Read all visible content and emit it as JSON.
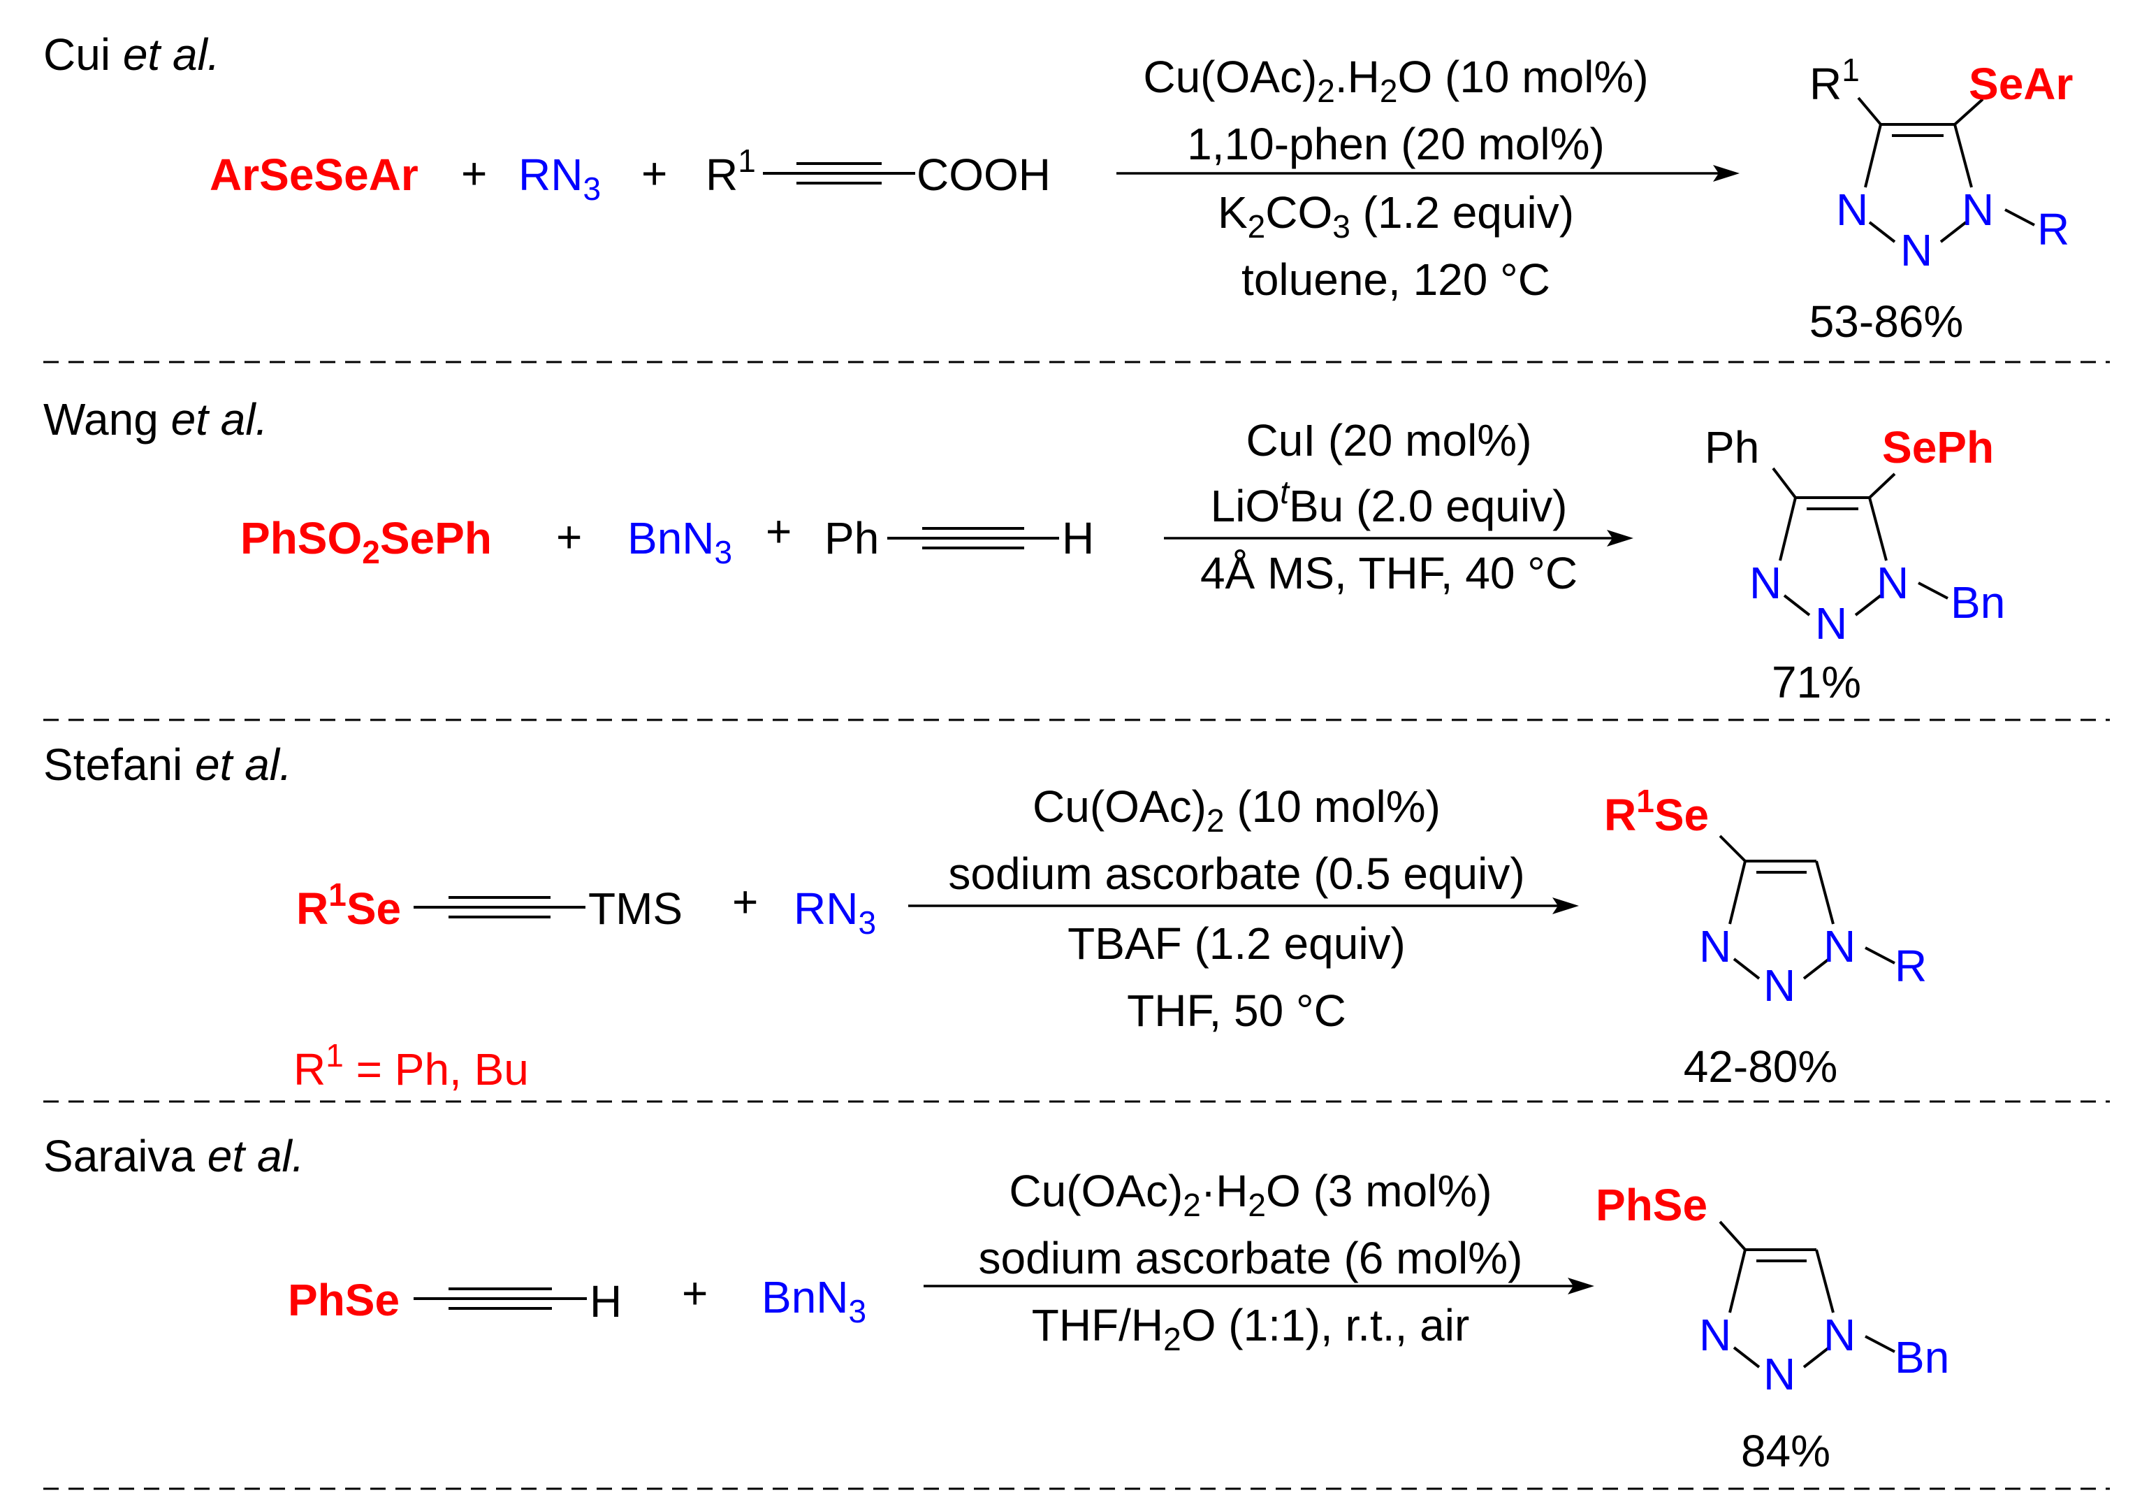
{
  "reactions": [
    {
      "author_name": "Cui",
      "author_etal": "et al.",
      "reagents": {
        "diselenide": "ArSeSeAr",
        "plus1": "+",
        "azide": "RN",
        "azide_sub": "3",
        "plus2": "+",
        "alkyne_left": "R",
        "alkyne_left_sup": "1",
        "alkyne_right": "COOH"
      },
      "conditions": {
        "line1_a": "Cu(OAc)",
        "line1_sub1": "2",
        "line1_b": ".H",
        "line1_sub2": "2",
        "line1_c": "O (10 mol%)",
        "line2": "1,10-phen (20 mol%)",
        "line3_a": "K",
        "line3_sub1": "2",
        "line3_b": "CO",
        "line3_sub2": "3",
        "line3_c": " (1.2 equiv)",
        "line4": "toluene, 120 °C"
      },
      "product": {
        "sub4": "R",
        "sub4_sup": "1",
        "sub5": "SeAr",
        "n3": "N",
        "n2": "N",
        "n1": "N",
        "n1_sub": "R"
      },
      "yield": "53-86%"
    },
    {
      "author_name": "Wang",
      "author_etal": "et al.",
      "reagents": {
        "selenosulfonate_a": "PhSO",
        "selenosulfonate_sub": "2",
        "selenosulfonate_b": "SePh",
        "plus1": "+",
        "azide": "BnN",
        "azide_sub": "3",
        "plus2": "+",
        "alkyne_left": "Ph",
        "alkyne_right": "H"
      },
      "conditions": {
        "line1": "CuI (20 mol%)",
        "line2_a": "LiO",
        "line2_sup": "t",
        "line2_b": "Bu (2.0 equiv)",
        "line3": "4Å MS, THF, 40 °C"
      },
      "product": {
        "sub4": "Ph",
        "sub5": "SePh",
        "n3": "N",
        "n2": "N",
        "n1": "N",
        "n1_sub": "Bn"
      },
      "yield": "71%"
    },
    {
      "author_name": "Stefani",
      "author_etal": "et al.",
      "reagents": {
        "alkyne_left_a": "R",
        "alkyne_left_sup": "1",
        "alkyne_left_b": "Se",
        "alkyne_right": "TMS",
        "plus1": "+",
        "azide": "RN",
        "azide_sub": "3",
        "note_a": "R",
        "note_sup": "1",
        "note_b": " = Ph, Bu"
      },
      "conditions": {
        "line1_a": "Cu(OAc)",
        "line1_sub": "2",
        "line1_b": " (10 mol%)",
        "line2": "sodium ascorbate (0.5 equiv)",
        "line3": "TBAF (1.2 equiv)",
        "line4": "THF, 50 °C"
      },
      "product": {
        "sub4_a": "R",
        "sub4_sup": "1",
        "sub4_b": "Se",
        "n3": "N",
        "n2": "N",
        "n1": "N",
        "n1_sub": "R"
      },
      "yield": "42-80%"
    },
    {
      "author_name": "Saraiva",
      "author_etal": "et al.",
      "reagents": {
        "alkyne_left": "PhSe",
        "alkyne_right": "H",
        "plus1": "+",
        "azide": "BnN",
        "azide_sub": "3"
      },
      "conditions": {
        "line1_a": "Cu(OAc)",
        "line1_sub1": "2",
        "line1_b": "·H",
        "line1_sub2": "2",
        "line1_c": "O (3 mol%)",
        "line2": "sodium ascorbate (6 mol%)",
        "line3_a": "THF/H",
        "line3_sub": "2",
        "line3_b": "O (1:1), r.t., air"
      },
      "product": {
        "sub4": "PhSe",
        "n3": "N",
        "n2": "N",
        "n1": "N",
        "n1_sub": "Bn"
      },
      "yield": "84%"
    }
  ],
  "colors": {
    "selenium": "#ff0000",
    "azide": "#0000ff",
    "text": "#000000"
  }
}
